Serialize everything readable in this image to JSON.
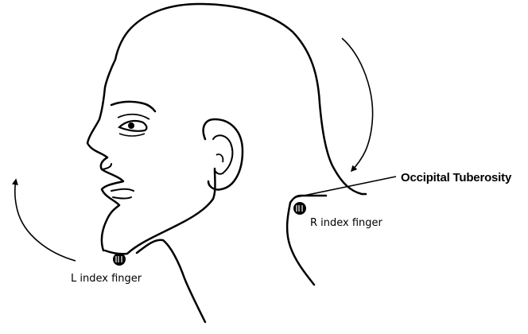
{
  "figure": {
    "labels": {
      "occipital": "Occipital Tuberosity",
      "right_finger": "R index finger",
      "left_finger": "L index finger"
    },
    "icons": {
      "head": "head-profile-icon",
      "ear": "ear-icon",
      "eye": "eye-icon",
      "finger_marker": "fingertip-marker-icon",
      "rotation_arrow": "curved-arrow-icon"
    },
    "colors": {
      "ink": "#000000",
      "background": "#ffffff"
    }
  }
}
